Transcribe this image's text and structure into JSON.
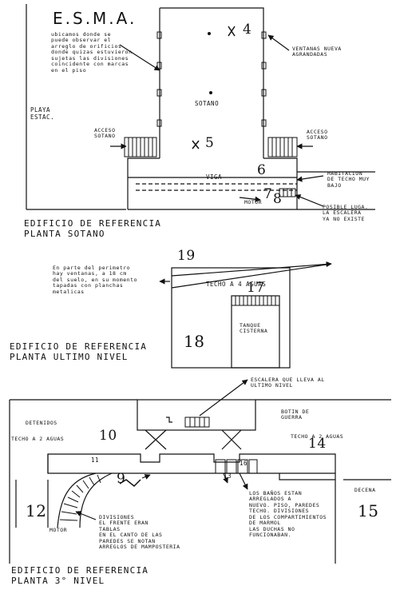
{
  "title": "E.S.M.A.",
  "basement": {
    "note_left": "ubicamos donde se\npuede observar el\narreglo de orificios\ndonde quizas estuvieron\nsujetas las divisiones\ncoincidente con marcas\nen el piso",
    "playa": "PLAYA\nESTAC.",
    "sotano": "SOTANO",
    "num_4": "4",
    "num_5": "5",
    "num_6": "6",
    "num_7": "7",
    "num_8": "8",
    "ventanas": "VENTANAS NUEVA\nAGRANDADAS",
    "acceso_left": "ACCESO\nSOTANO",
    "acceso_right": "ACCESO\nSOTANO",
    "viga": "VIGA",
    "motor": "MOTOR",
    "habitacion": "HABITACION\nDE TECHO MUY\nBAJO",
    "posible": "POSIBLE LUGA.\nLA ESCALERA\nYA NO EXISTE",
    "caption": "EDIFICIO DE REFERENCIA\nPLANTA SOTANO"
  },
  "top_level": {
    "note": "En parte del perimetro\nhay ventanas, a 18 cm\ndel suelo, en su momento\ntapadas con planchas\nmetalicas",
    "num_19": "19",
    "num_18": "18",
    "num_17": "17",
    "techo": "TECHO A 4 AGUAS",
    "tanque": "TANQUE\nCISTERNA",
    "caption": "EDIFICIO DE REFERENCIA\nPLANTA ULTIMO NIVEL"
  },
  "third_floor": {
    "escalera": "ESCALERA QUE LLEVA AL\nULTIMO NIVEL",
    "detenidos": "DETENIDOS",
    "techo_left": "TECHO A 2 AGUAS",
    "num_10": "10",
    "botin": "BOTIN DE\nGUERRA",
    "techo_right": "TECHO A 2 AGUAS",
    "num_14": "14",
    "num_11": "11",
    "num_9": "9",
    "num_13": "13",
    "num_16": "16",
    "num_12": "12",
    "num_15": "15",
    "decena": "DECENA",
    "motor": "MOTOR",
    "divisiones": "DIVISIONES\nEL FRENTE ERAN\nTABLAS\nEN EL CANTO DE LAS\nPAREDES SE NOTAN\nARREGLOS DE MAMPOSTERIA",
    "banos": "LOS BAÑOS ESTAN\nARREGLADOS A\nNUEVO. PISO, PAREDES\nTECHO. DIVISIONES\nDE LOS COMPARTIMIENTOS\nDE MARMOL\nLAS DUCHAS NO\nFUNCIONABAN.",
    "caption": "EDIFICIO DE REFERENCIA\nPLANTA 3° NIVEL"
  }
}
